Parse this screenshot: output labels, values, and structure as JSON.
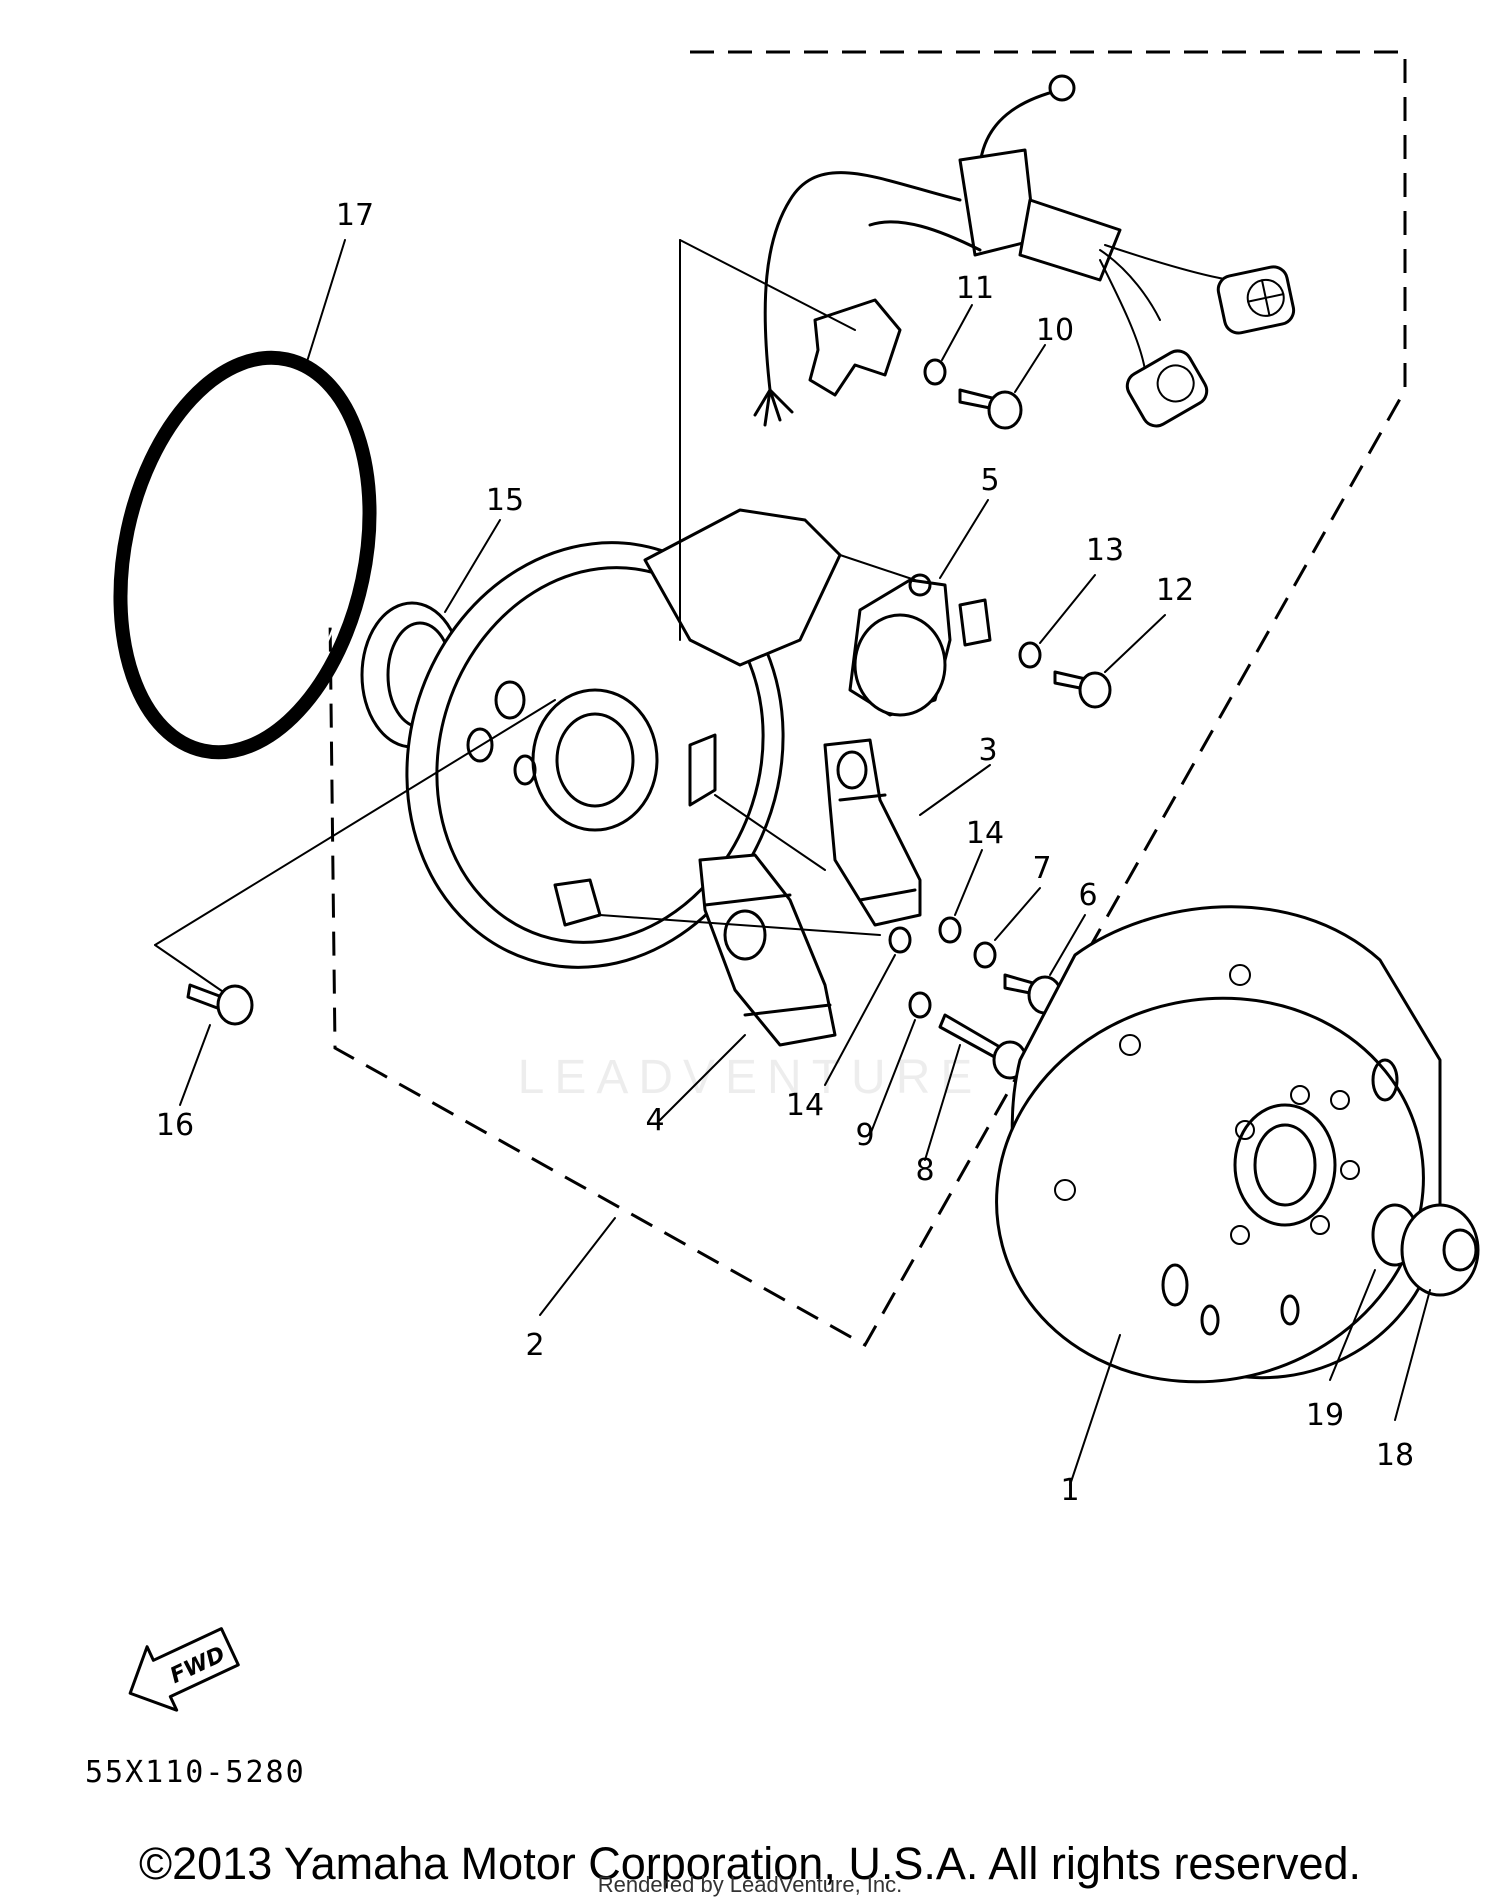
{
  "diagram": {
    "part_numbers": [
      "1",
      "2",
      "3",
      "4",
      "5",
      "6",
      "7",
      "8",
      "9",
      "10",
      "11",
      "12",
      "13",
      "14",
      "14",
      "15",
      "16",
      "17",
      "18",
      "19"
    ],
    "diagram_code": "55X110-5280",
    "fwd_label": "FWD",
    "watermark": "LEADVENTURE"
  },
  "footer": {
    "copyright": "©2013 Yamaha Motor Corporation, U.S.A. All rights reserved.",
    "rendered_by": "Rendered by LeadVenture, Inc."
  }
}
